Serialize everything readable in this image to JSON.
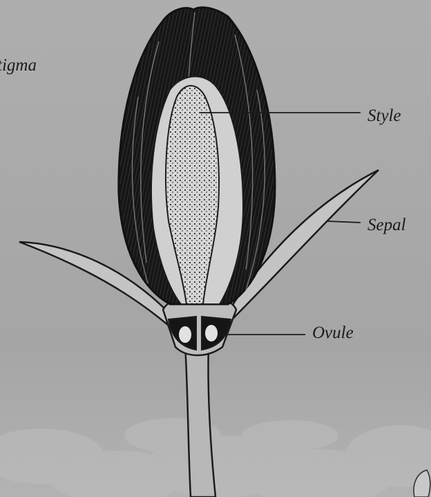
{
  "labels": {
    "stigma": "tigma",
    "style": "Style",
    "sepal": "Sepal",
    "ovule": "Ovule"
  },
  "colors": {
    "background": "#a9a9a9",
    "ink": "#1b1b1b",
    "petal_light": "#d3d3d3"
  }
}
